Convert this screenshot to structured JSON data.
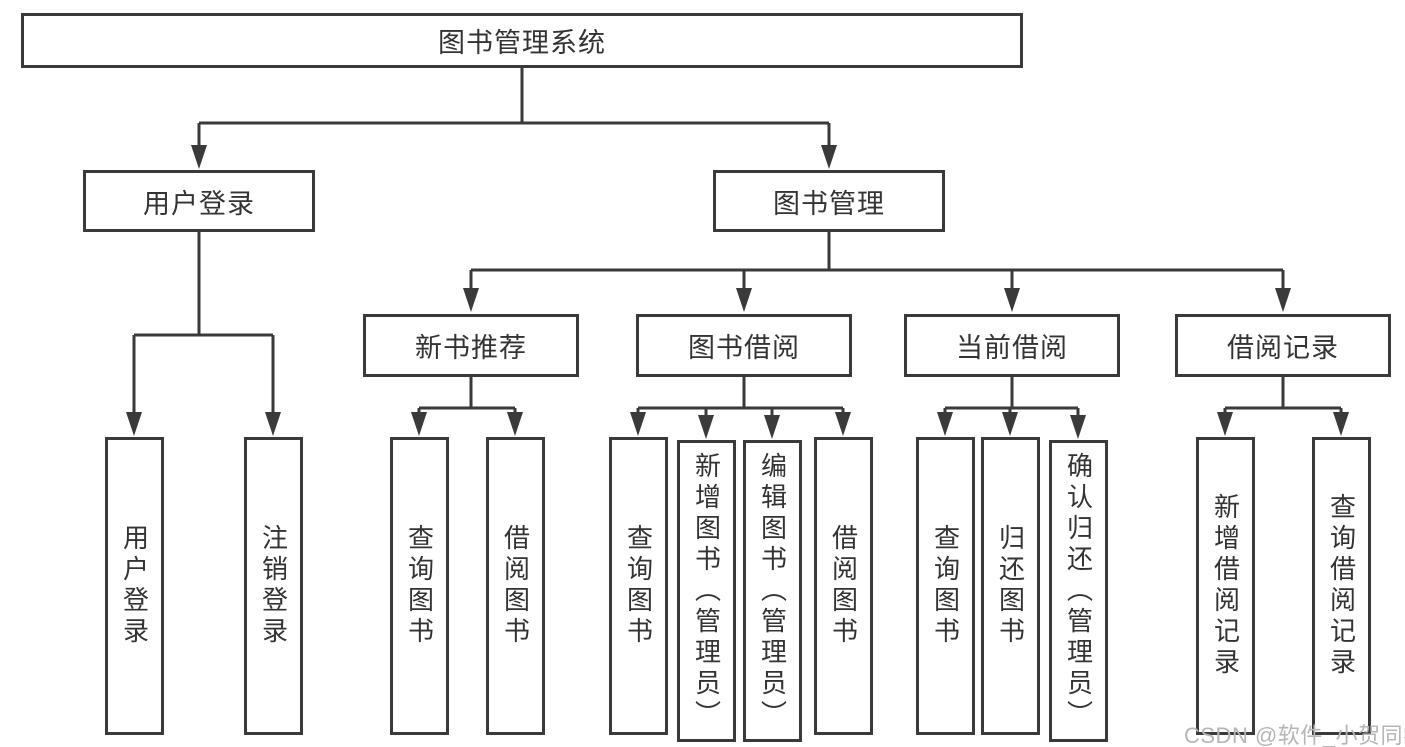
{
  "tree": {
    "label": "图书管理系统",
    "children": [
      {
        "label": "用户登录",
        "children": [
          {
            "label": "用户登录"
          },
          {
            "label": "注销登录"
          }
        ]
      },
      {
        "label": "图书管理",
        "children": [
          {
            "label": "新书推荐",
            "children": [
              {
                "label": "查询图书"
              },
              {
                "label": "借阅图书"
              }
            ]
          },
          {
            "label": "图书借阅",
            "children": [
              {
                "label": "查询图书"
              },
              {
                "label": "新增图书（管理员）"
              },
              {
                "label": "编辑图书（管理员）"
              },
              {
                "label": "借阅图书"
              }
            ]
          },
          {
            "label": "当前借阅",
            "children": [
              {
                "label": "查询图书"
              },
              {
                "label": "归还图书"
              },
              {
                "label": "确认归还（管理员）"
              }
            ]
          },
          {
            "label": "借阅记录",
            "children": [
              {
                "label": "新增借阅记录"
              },
              {
                "label": "查询借阅记录"
              }
            ]
          }
        ]
      }
    ]
  },
  "watermark": {
    "text": "CSDN @软件_小贺同学"
  },
  "colors": {
    "line": "#3a3a3a",
    "text": "#333333",
    "watermark": "#b5b5ba",
    "background": "#ffffff"
  }
}
